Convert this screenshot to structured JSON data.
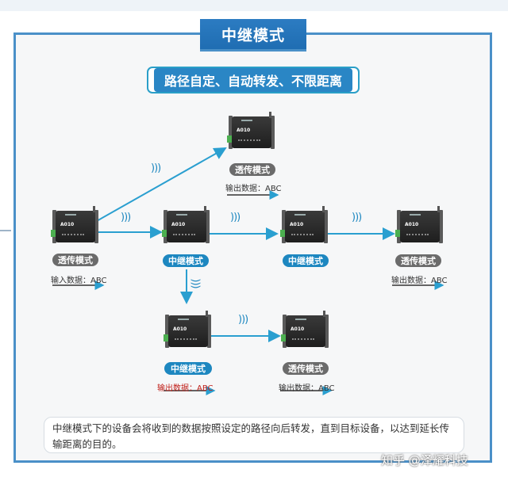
{
  "title": "中继模式",
  "subtitle": "路径自定、自动转发、不限距离",
  "device_model": "A010",
  "nodes": [
    {
      "label": "透传模式",
      "note": "输入数据：ABC"
    },
    {
      "label": "中继模式"
    },
    {
      "label": "中继模式"
    },
    {
      "label": "透传模式",
      "note": "输出数据：ABC"
    },
    {
      "label": "透传模式",
      "note": "输出数据：ABC"
    },
    {
      "label": "中继模式",
      "note": "输出数据：ABC"
    },
    {
      "label": "透传模式",
      "note": "输出数据：ABC"
    }
  ],
  "description": "中继模式下的设备会将收到的数据按照设定的路径向后转发，直到目标设备，以达到延长传输距离的目的。",
  "watermark": "知乎 @泽耀科技",
  "colors": {
    "frame": "#4a90c8",
    "accent": "#1d87c0",
    "relay_pill": "#1d87c0",
    "transparent_pill": "#6b6b6b",
    "alert_text": "#c0201a"
  }
}
